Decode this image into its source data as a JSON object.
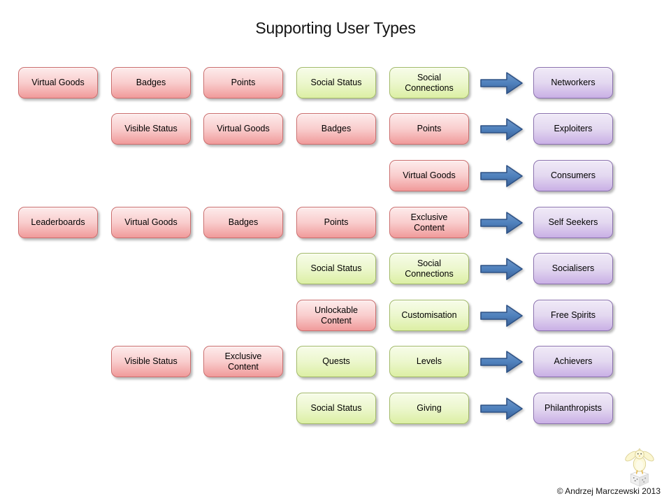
{
  "title": "Supporting User Types",
  "copyright": "© Andrzej Marczewski 2013",
  "colors": {
    "red": {
      "border": "#cb6d6d",
      "top": "#fdecec",
      "mid": "#f9cdcd",
      "bottom": "#f09a9a"
    },
    "green": {
      "border": "#a2ba68",
      "top": "#f7fce9",
      "mid": "#ecf7cd",
      "bottom": "#dcefa4"
    },
    "purple": {
      "border": "#8a70ae",
      "top": "#f0eaf7",
      "mid": "#e3d8f0",
      "bottom": "#c9afe5"
    },
    "arrow": {
      "border": "#2e5286",
      "top": "#7297c6",
      "mid": "#4f81bd",
      "bottom": "#3a6096"
    }
  },
  "rows": [
    {
      "user_type": "Networkers",
      "boxes": [
        {
          "col": 1,
          "color": "red",
          "label": "Virtual Goods"
        },
        {
          "col": 2,
          "color": "red",
          "label": "Badges"
        },
        {
          "col": 3,
          "color": "red",
          "label": "Points"
        },
        {
          "col": 4,
          "color": "green",
          "label": "Social Status"
        },
        {
          "col": 5,
          "color": "green",
          "label": "Social Connections"
        }
      ]
    },
    {
      "user_type": "Exploiters",
      "boxes": [
        {
          "col": 2,
          "color": "red",
          "label": "Visible Status"
        },
        {
          "col": 3,
          "color": "red",
          "label": "Virtual Goods"
        },
        {
          "col": 4,
          "color": "red",
          "label": "Badges"
        },
        {
          "col": 5,
          "color": "red",
          "label": "Points"
        }
      ]
    },
    {
      "user_type": "Consumers",
      "boxes": [
        {
          "col": 5,
          "color": "red",
          "label": "Virtual Goods"
        }
      ]
    },
    {
      "user_type": "Self Seekers",
      "boxes": [
        {
          "col": 1,
          "color": "red",
          "label": "Leaderboards"
        },
        {
          "col": 2,
          "color": "red",
          "label": "Virtual Goods"
        },
        {
          "col": 3,
          "color": "red",
          "label": "Badges"
        },
        {
          "col": 4,
          "color": "red",
          "label": "Points"
        },
        {
          "col": 5,
          "color": "red",
          "label": "Exclusive Content"
        }
      ]
    },
    {
      "user_type": "Socialisers",
      "boxes": [
        {
          "col": 4,
          "color": "green",
          "label": "Social Status"
        },
        {
          "col": 5,
          "color": "green",
          "label": "Social Connections"
        }
      ]
    },
    {
      "user_type": "Free Spirits",
      "boxes": [
        {
          "col": 4,
          "color": "red",
          "label": "Unlockable Content"
        },
        {
          "col": 5,
          "color": "green",
          "label": "Customisation"
        }
      ]
    },
    {
      "user_type": "Achievers",
      "boxes": [
        {
          "col": 2,
          "color": "red",
          "label": "Visible Status"
        },
        {
          "col": 3,
          "color": "red",
          "label": "Exclusive Content"
        },
        {
          "col": 4,
          "color": "green",
          "label": "Quests"
        },
        {
          "col": 5,
          "color": "green",
          "label": "Levels"
        }
      ]
    },
    {
      "user_type": "Philanthropists",
      "boxes": [
        {
          "col": 4,
          "color": "green",
          "label": "Social Status"
        },
        {
          "col": 5,
          "color": "green",
          "label": "Giving"
        }
      ]
    }
  ]
}
